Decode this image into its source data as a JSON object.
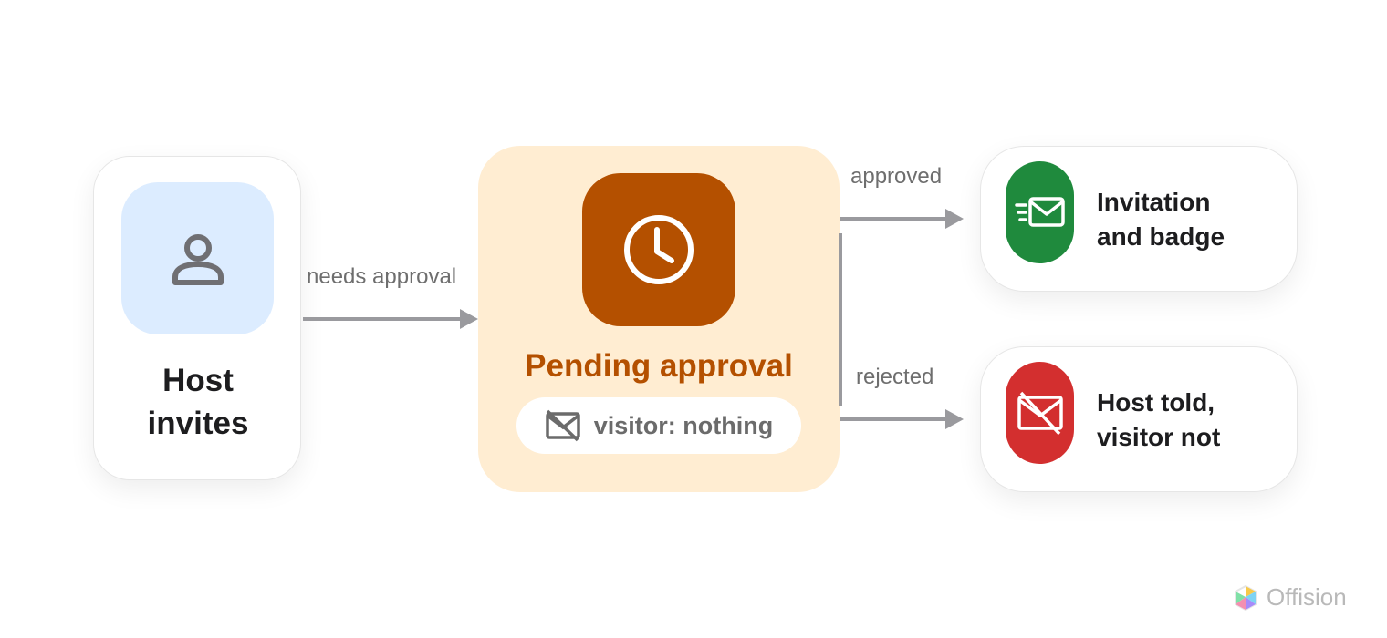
{
  "nodes": {
    "host": {
      "line1": "Host",
      "line2": "invites",
      "icon": "person-icon",
      "tile_color": "#dcecff"
    },
    "pending": {
      "title": "Pending approval",
      "pill_text": "visitor: nothing",
      "icon": "clock-icon",
      "accent": "#b45000",
      "bg": "#ffedd2"
    },
    "approved_result": {
      "line1": "Invitation",
      "line2": "and badge",
      "icon": "mail-send-icon",
      "color": "#1f8a3d"
    },
    "rejected_result": {
      "line1": "Host told,",
      "line2": "visitor not",
      "icon": "mail-off-icon",
      "color": "#d32f2f"
    }
  },
  "edges": {
    "needs_approval": "needs approval",
    "approved": "approved",
    "rejected": "rejected"
  },
  "brand": {
    "name": "Offision"
  }
}
